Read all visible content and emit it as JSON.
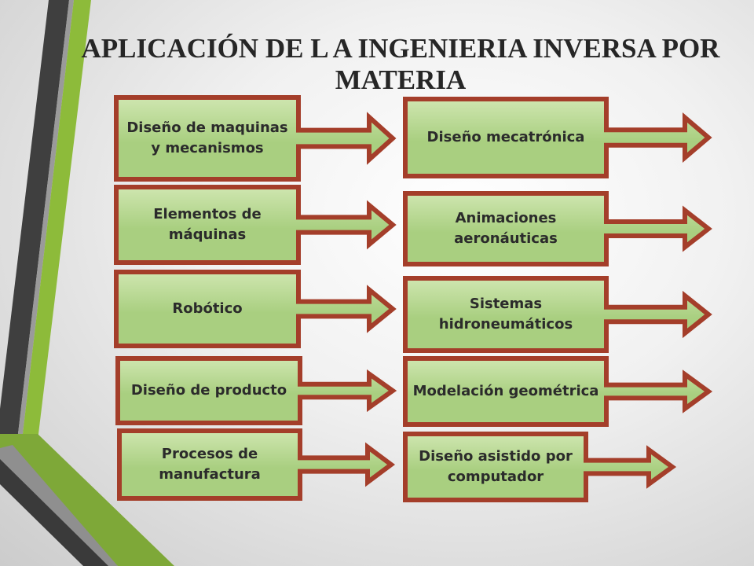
{
  "title": "APLICACIÓN DE L A INGENIERIA INVERSA POR MATERIA",
  "colors": {
    "box_fill": "#a9cf80",
    "box_fill_light": "#cfe6b0",
    "border": "#a43e2a",
    "accent_green": "#8dbb3a",
    "accent_dark": "#3f3f3f",
    "accent_gray": "#8c8c8c"
  },
  "left_items": [
    {
      "label": "Diseño de maquinas y mecanismos"
    },
    {
      "label": "Elementos de máquinas"
    },
    {
      "label": "Robótico"
    },
    {
      "label": "Diseño de producto"
    },
    {
      "label": "Procesos de manufactura"
    }
  ],
  "right_items": [
    {
      "label": "Diseño mecatrónica"
    },
    {
      "label": "Animaciones aeronáuticas"
    },
    {
      "label": "Sistemas hidroneumáticos"
    },
    {
      "label": "Modelación geométrica"
    },
    {
      "label": "Diseño asistido por computador"
    }
  ]
}
